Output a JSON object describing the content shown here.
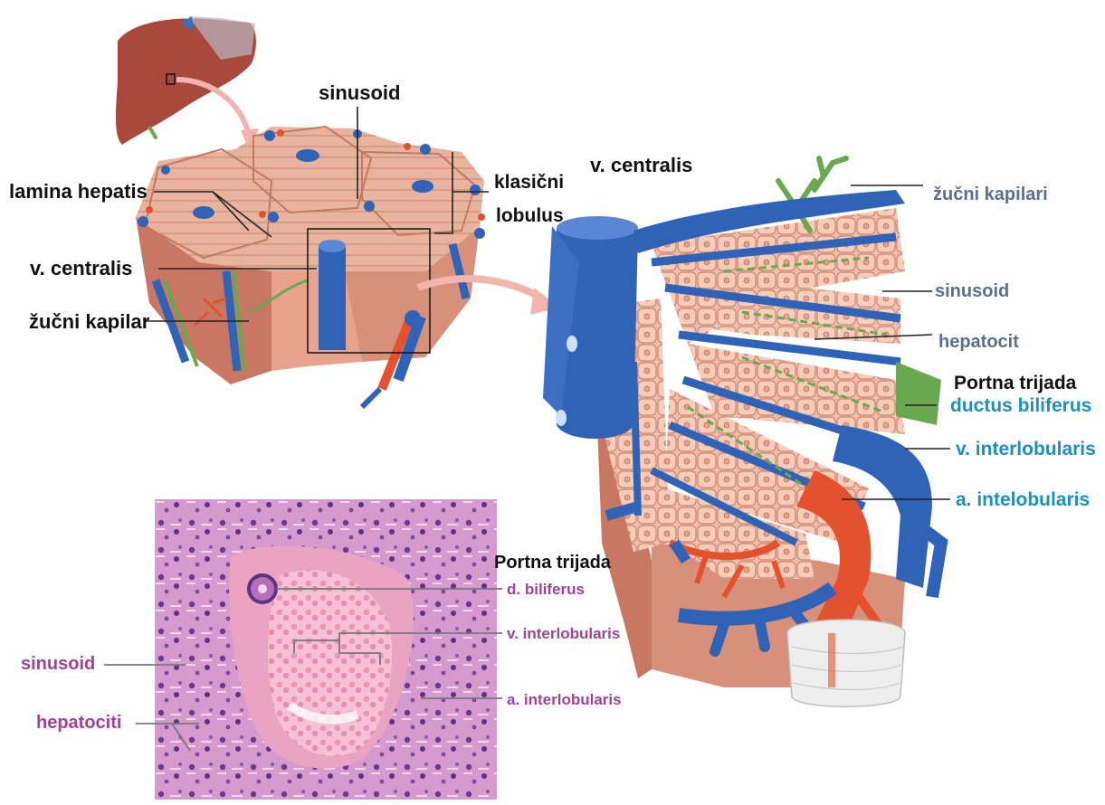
{
  "labels": {
    "top_sinusoid": "sinusoid",
    "lamina_hepatis": "lamina hepatis",
    "klasicni": "klasični",
    "lobulus": "lobulus",
    "v_centralis_left": "v. centralis",
    "zucni_kapilar": "žučni kapilar",
    "v_centralis_right": "v. centralis",
    "zucni_kapilari": "žučni kapilari",
    "sinusoid_right": "sinusoid",
    "hepatocit": "hepatocit",
    "portna_trijada_right": "Portna trijada",
    "ductus_biliferus": "ductus biliferus",
    "v_interlobularis_right": "v. interlobularis",
    "a_intelobularis": "a. intelobularis",
    "portna_trijada_micro": "Portna trijada",
    "d_biliferus": "d. biliferus",
    "v_interlobularis_micro": "v. interlobularis",
    "a_interlobularis_micro": "a. interlobularis",
    "sinusoid_micro": "sinusoid",
    "hepatociti": "hepatociti"
  },
  "colors": {
    "label_dark": "#111111",
    "label_purple": "#a0449a",
    "label_slate": "#5a6f93",
    "label_teal": "#1d8fc0",
    "liver": "#a8493c",
    "lobule_surface": "#e9b49d",
    "hepatocyte": "#f3bea8",
    "portal_vein": "#2f63b7",
    "hepatic_artery": "#e4512d",
    "bile_duct": "#6aa84f",
    "histology_bg": "#cf8fc9"
  }
}
